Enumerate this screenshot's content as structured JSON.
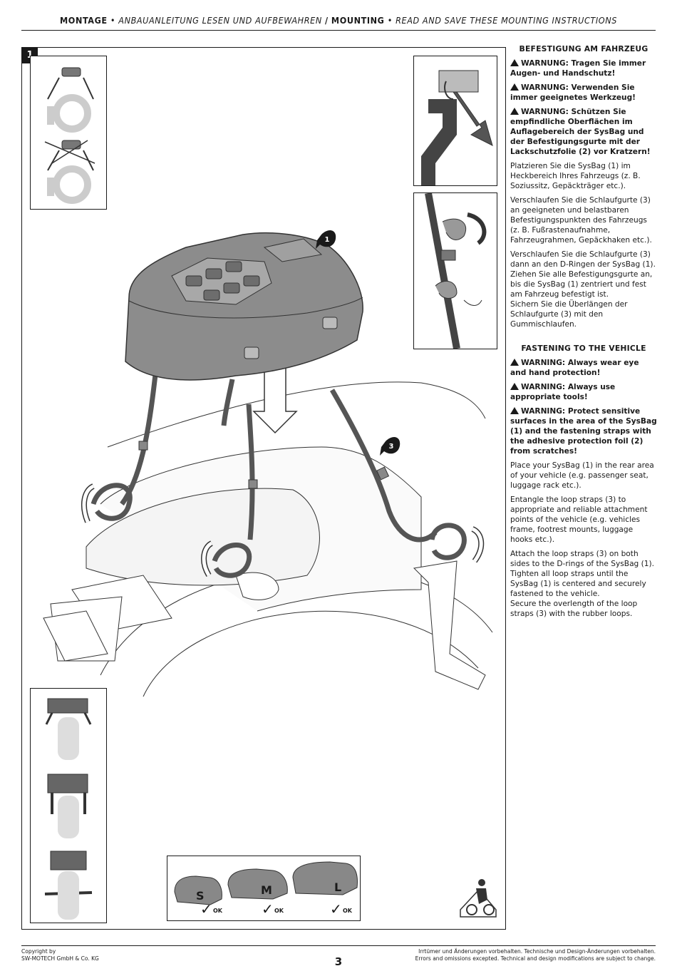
{
  "header": {
    "part1_bold": "MONTAGE",
    "part1_italic": "• ANBAUANLEITUNG LESEN UND AUFBEWAHREN",
    "separator": "/",
    "part2_bold": "MOUNTING",
    "part2_italic": "• READ AND SAVE THESE MOUNTING INSTRUCTIONS"
  },
  "step_number": "1",
  "callouts": {
    "bag": "1",
    "strap": "3"
  },
  "sizes": [
    {
      "label": "S",
      "ok": "OK"
    },
    {
      "label": "M",
      "ok": "OK"
    },
    {
      "label": "L",
      "ok": "OK"
    }
  ],
  "german": {
    "title": "BEFESTIGUNG AM FAHRZEUG",
    "warnings": [
      "WARNUNG: Tragen Sie immer Augen- und Handschutz!",
      "WARNUNG: Verwenden Sie immer geeignetes Werkzeug!",
      "WARNUNG: Schützen Sie empfindliche Oberflächen im Auflagebereich der SysBag und der Befestigungsgurte mit der Lackschutzfolie (2) vor Kratzern!"
    ],
    "paragraphs": [
      "Platzieren Sie die SysBag (1) im Heckbereich Ihres Fahrzeugs (z. B. Soziussitz, Gepäckträger etc.).",
      "Verschlaufen Sie die Schlaufgurte (3) an geeigneten und belastbaren Befestigungspunkten des Fahrzeugs (z. B. Fußrastenaufnahme, Fahrzeugrahmen, Gepäckhaken etc.).",
      "Verschlaufen Sie die Schlaufgurte (3) dann an den D-Ringen der SysBag (1).",
      "Ziehen Sie alle Befestigungsgurte an, bis die SysBag (1) zentriert und fest am Fahrzeug befestigt ist.",
      "Sichern Sie die Überlängen der Schlaufgurte (3) mit den Gummischlaufen."
    ]
  },
  "english": {
    "title": "FASTENING TO THE VEHICLE",
    "warnings": [
      "WARNING: Always wear eye and hand protection!",
      "WARNING: Always use appropriate tools!",
      "WARNING: Protect sensitive surfaces in the area of the SysBag (1) and the fastening straps with the adhesive protection foil (2) from scratches!"
    ],
    "paragraphs": [
      "Place your SysBag (1) in the rear area of your vehicle (e.g. passenger seat, luggage rack etc.).",
      "Entangle the loop straps (3) to appropriate and reliable attachment points of the vehicle (e.g. vehicles frame, footrest mounts, luggage hooks etc.).",
      "Attach the loop straps (3) on both sides to the D-rings of the SysBag (1).",
      "Tighten all loop straps until the SysBag (1) is centered and securely fastened to the vehicle.",
      "Secure the overlength of the loop straps (3) with the rubber loops."
    ]
  },
  "footer": {
    "copyright_line1": "Copyright by",
    "copyright_line2": "SW-MOTECH GmbH & Co. KG",
    "page_number": "3",
    "disclaimer_de": "Irrtümer und Änderungen vorbehalten. Technische und Design-Änderungen vorbehalten.",
    "disclaimer_en": "Errors and omissions excepted. Technical and design modifications are subject to change."
  }
}
